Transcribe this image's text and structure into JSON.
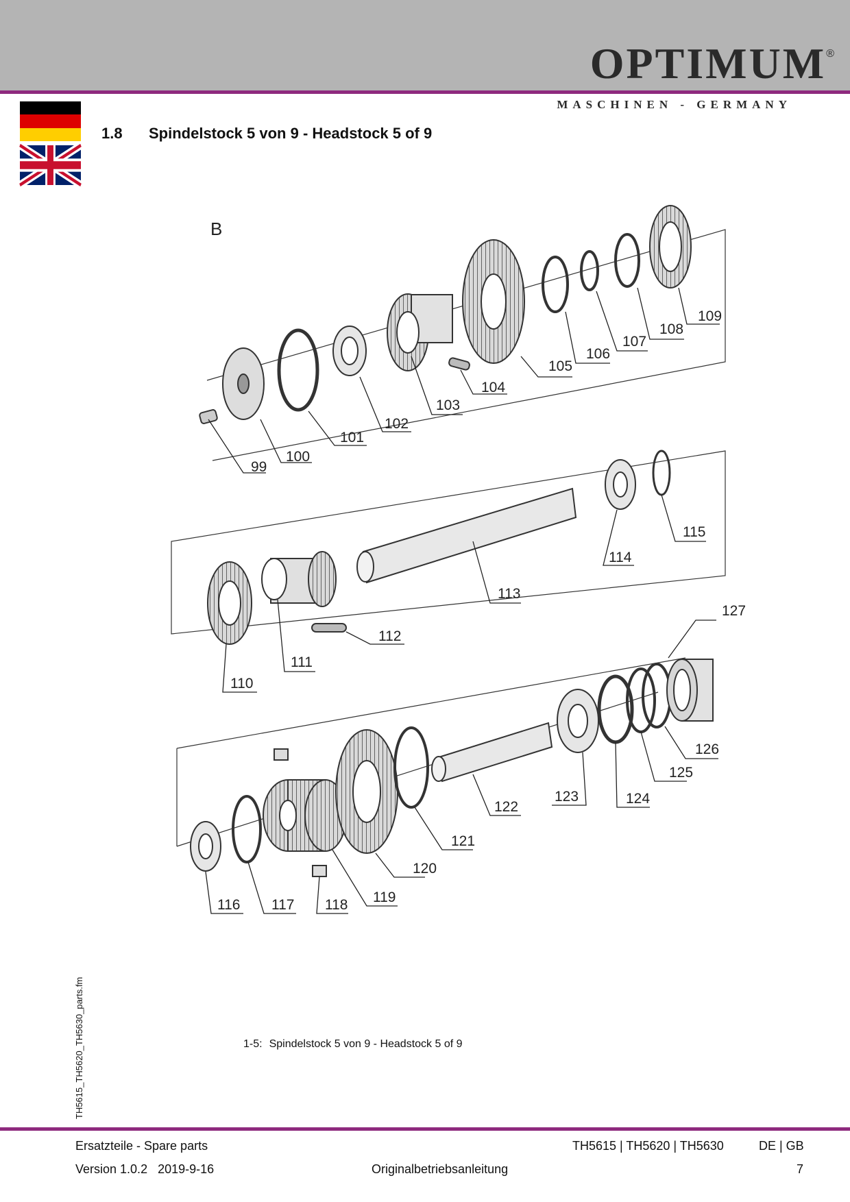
{
  "header": {
    "brand": "OPTIMUM",
    "registered_mark": "®",
    "tagline": "MASCHINEN - GERMANY"
  },
  "colors": {
    "header_band": "#b4b4b4",
    "accent_rule": "#8e2a7e"
  },
  "section": {
    "number": "1.8",
    "title": "Spindelstock 5 von 9 - Headstock  5 of 9"
  },
  "diagram": {
    "group_label": "B",
    "part_numbers": [
      "99",
      "100",
      "101",
      "102",
      "103",
      "104",
      "105",
      "106",
      "107",
      "108",
      "109",
      "110",
      "111",
      "112",
      "113",
      "114",
      "115",
      "116",
      "117",
      "118",
      "119",
      "120",
      "121",
      "122",
      "123",
      "124",
      "125",
      "126",
      "127"
    ]
  },
  "figure_caption": {
    "number": "1-5:",
    "text": "Spindelstock 5 von 9 - Headstock  5 of 9"
  },
  "side_filename": "TH5615_TH5620_TH5630_parts.fm",
  "footer": {
    "left_top": "Ersatzteile - Spare parts",
    "models": "TH5615 | TH5620 | TH5630",
    "languages": "DE | GB",
    "version": "Version 1.0.2   2019-9-16",
    "doc_type": "Originalbetriebsanleitung",
    "page": "7"
  }
}
